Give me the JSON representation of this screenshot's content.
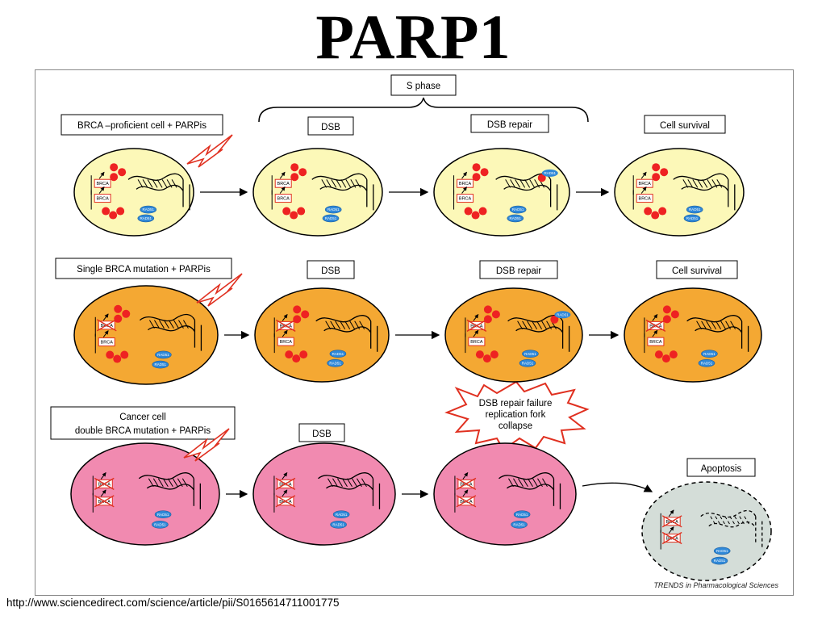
{
  "title": "PARP1",
  "source_url": "http://www.sciencedirect.com/science/article/pii/S0165614711001775",
  "figure": {
    "phase_label": "S phase",
    "credit": "TRENDS in Pharmacological Sciences",
    "brca_label": "BRCA",
    "rad51_label": "RAD51",
    "colors": {
      "proficient": "#fcf8b8",
      "single": "#f4a833",
      "cancer": "#f18ab0",
      "apoptosis": "#d4ddd8",
      "marker": "#ee2222",
      "rad51": "#2f88d8"
    },
    "rows": [
      {
        "label": [
          "BRCA –proficient cell + PARPis"
        ],
        "steps": [
          "DSB",
          "DSB repair",
          "Cell survival"
        ]
      },
      {
        "label": [
          "Single BRCA mutation + PARPis"
        ],
        "steps": [
          "DSB",
          "DSB repair",
          "Cell survival"
        ]
      },
      {
        "label": [
          "Cancer cell",
          "double BRCA mutation + PARPis"
        ],
        "steps": [
          "DSB",
          "DSB repair failure replication fork collapse",
          "Apoptosis"
        ]
      }
    ],
    "failure_lines": [
      "DSB repair failure",
      "replication fork",
      "collapse"
    ]
  }
}
